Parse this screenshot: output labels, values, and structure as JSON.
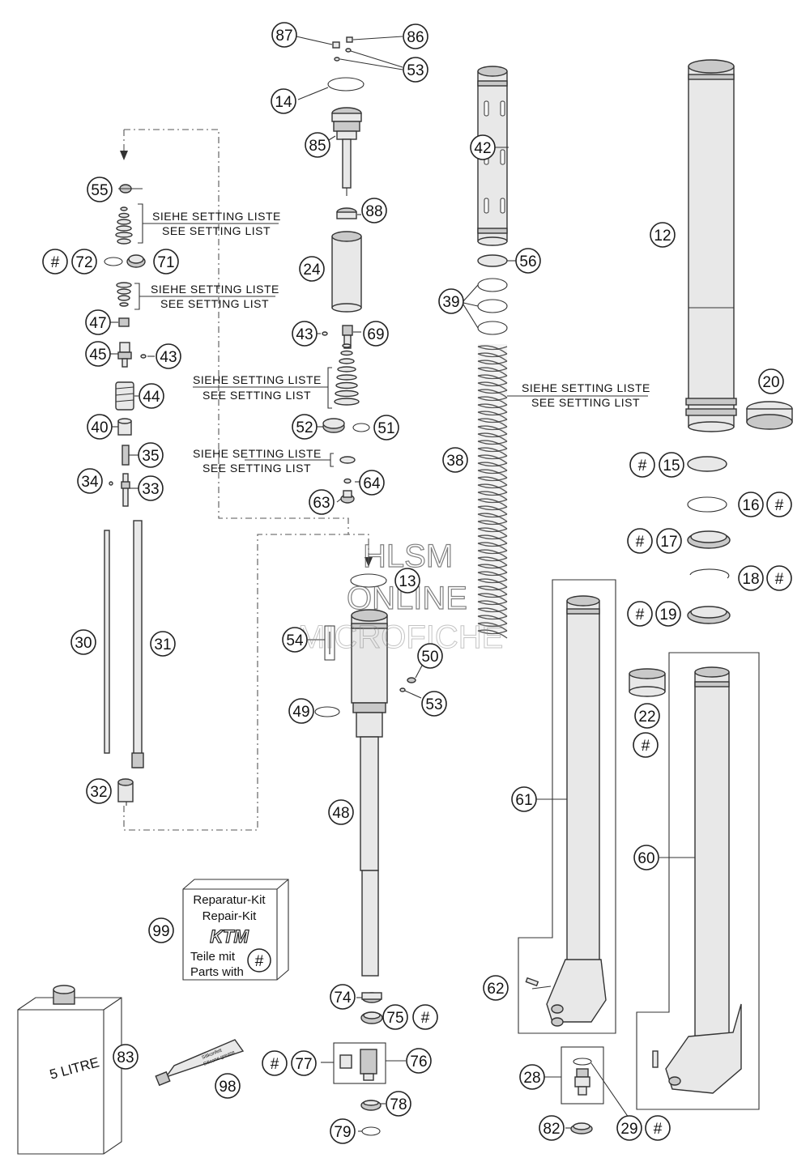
{
  "watermark": {
    "line1": "HLSM",
    "line2": "ONLINE",
    "line3": "MICROFICHE"
  },
  "notes": {
    "de": "SIEHE SETTING LISTE",
    "en": "SEE SETTING LIST"
  },
  "repair_kit": {
    "line1": "Reparatur-Kit",
    "line2": "Repair-Kit",
    "brand": "KTM",
    "line3": "Teile mit",
    "line4": "Parts with",
    "symbol": "#"
  },
  "oil_can": {
    "label": "5 LITRE"
  },
  "grease_tube": {
    "label1": "Silikonfett",
    "label2": "Silicone grease"
  },
  "callouts": [
    {
      "id": "c87",
      "label": "87"
    },
    {
      "id": "c86",
      "label": "86"
    },
    {
      "id": "c53a",
      "label": "53"
    },
    {
      "id": "c14",
      "label": "14"
    },
    {
      "id": "c85",
      "label": "85"
    },
    {
      "id": "c88",
      "label": "88"
    },
    {
      "id": "c24",
      "label": "24"
    },
    {
      "id": "c43a",
      "label": "43"
    },
    {
      "id": "c69",
      "label": "69"
    },
    {
      "id": "c52",
      "label": "52"
    },
    {
      "id": "c51",
      "label": "51"
    },
    {
      "id": "c64",
      "label": "64"
    },
    {
      "id": "c63",
      "label": "63"
    },
    {
      "id": "c42",
      "label": "42"
    },
    {
      "id": "c56",
      "label": "56"
    },
    {
      "id": "c39",
      "label": "39"
    },
    {
      "id": "c38",
      "label": "38"
    },
    {
      "id": "c12",
      "label": "12"
    },
    {
      "id": "c20",
      "label": "20"
    },
    {
      "id": "c15h",
      "label": "#"
    },
    {
      "id": "c15",
      "label": "15"
    },
    {
      "id": "c16",
      "label": "16"
    },
    {
      "id": "c16h",
      "label": "#"
    },
    {
      "id": "c17h",
      "label": "#"
    },
    {
      "id": "c17",
      "label": "17"
    },
    {
      "id": "c18",
      "label": "18"
    },
    {
      "id": "c18h",
      "label": "#"
    },
    {
      "id": "c19h",
      "label": "#"
    },
    {
      "id": "c19",
      "label": "19"
    },
    {
      "id": "c22",
      "label": "22"
    },
    {
      "id": "c22h",
      "label": "#"
    },
    {
      "id": "c55",
      "label": "55"
    },
    {
      "id": "c72h",
      "label": "#"
    },
    {
      "id": "c72",
      "label": "72"
    },
    {
      "id": "c71",
      "label": "71"
    },
    {
      "id": "c47",
      "label": "47"
    },
    {
      "id": "c45",
      "label": "45"
    },
    {
      "id": "c43b",
      "label": "43"
    },
    {
      "id": "c44",
      "label": "44"
    },
    {
      "id": "c40",
      "label": "40"
    },
    {
      "id": "c35",
      "label": "35"
    },
    {
      "id": "c34",
      "label": "34"
    },
    {
      "id": "c33",
      "label": "33"
    },
    {
      "id": "c30",
      "label": "30"
    },
    {
      "id": "c31",
      "label": "31"
    },
    {
      "id": "c32",
      "label": "32"
    },
    {
      "id": "c13",
      "label": "13"
    },
    {
      "id": "c54",
      "label": "54"
    },
    {
      "id": "c50",
      "label": "50"
    },
    {
      "id": "c53b",
      "label": "53"
    },
    {
      "id": "c49",
      "label": "49"
    },
    {
      "id": "c48",
      "label": "48"
    },
    {
      "id": "c61",
      "label": "61"
    },
    {
      "id": "c60",
      "label": "60"
    },
    {
      "id": "c62",
      "label": "62"
    },
    {
      "id": "c99",
      "label": "99"
    },
    {
      "id": "c83",
      "label": "83"
    },
    {
      "id": "c98",
      "label": "98"
    },
    {
      "id": "c74",
      "label": "74"
    },
    {
      "id": "c75",
      "label": "75"
    },
    {
      "id": "c75h",
      "label": "#"
    },
    {
      "id": "c77h",
      "label": "#"
    },
    {
      "id": "c77",
      "label": "77"
    },
    {
      "id": "c76",
      "label": "76"
    },
    {
      "id": "c78",
      "label": "78"
    },
    {
      "id": "c79",
      "label": "79"
    },
    {
      "id": "c28",
      "label": "28"
    },
    {
      "id": "c29",
      "label": "29"
    },
    {
      "id": "c29h",
      "label": "#"
    },
    {
      "id": "c82",
      "label": "82"
    }
  ]
}
